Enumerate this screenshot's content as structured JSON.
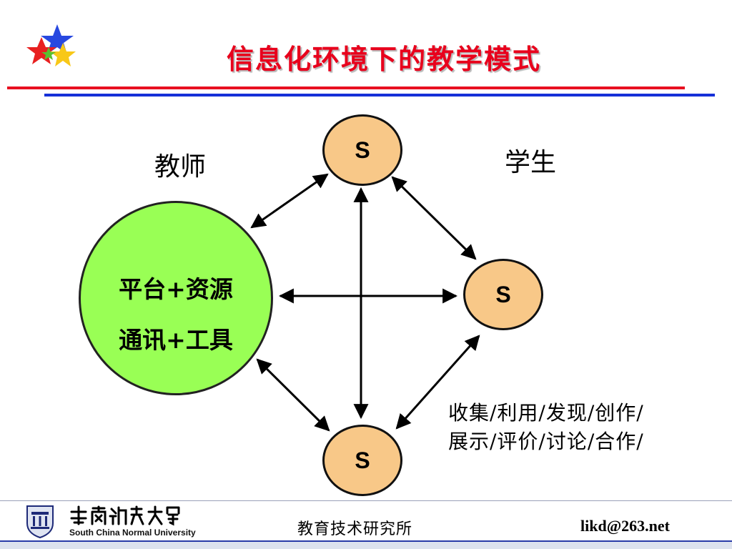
{
  "slide": {
    "title": "信息化环境下的教学模式"
  },
  "diagram": {
    "teacher_label": "教师",
    "student_label": "学生",
    "center_line_1": "平台+资源",
    "center_line_2": "通讯+工具",
    "node_top": "S",
    "node_right": "S",
    "node_bottom": "S",
    "activities_line_1": "收集/利用/发现/创作/",
    "activities_line_2": "展示/评价/讨论/合作/"
  },
  "footer": {
    "university_cn": "华南师範大學",
    "university_en": "South China Normal University",
    "department": "教育技术研究所",
    "email": "likd@263.net"
  },
  "colors": {
    "title": "#e8001c",
    "center_fill": "#99ff55",
    "node_fill": "#f8c888",
    "rule_red": "#e81020",
    "rule_blue": "#1530d8"
  },
  "icons": {
    "logo": "stars-logo-icon",
    "emblem": "university-emblem-icon"
  }
}
